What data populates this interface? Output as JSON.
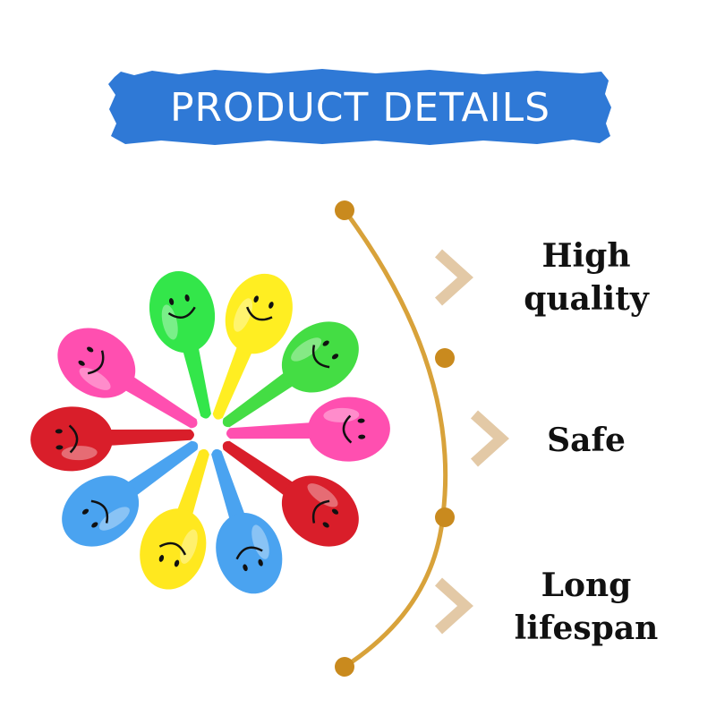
{
  "banner": {
    "title": "PRODUCT DETAILS",
    "color": "#2f79d6"
  },
  "features": [
    {
      "line1": "High",
      "line2": "quality"
    },
    {
      "line1": "Safe",
      "line2": ""
    },
    {
      "line1": "Long",
      "line2": "lifespan"
    }
  ],
  "accent_colors": {
    "arc": "#d8a23a",
    "dot": "#c98a1e",
    "chevron": "#e3c9a6"
  },
  "maracas": [
    {
      "color": "#33e64a",
      "icon": "smiley-face"
    },
    {
      "color": "#ffee22",
      "icon": "smiley-face"
    },
    {
      "color": "#44dd44",
      "icon": "smiley-face"
    },
    {
      "color": "#ff4fb0",
      "icon": "smiley-face"
    },
    {
      "color": "#d91e2a",
      "icon": "smiley-face"
    },
    {
      "color": "#4aa3f0",
      "icon": "smiley-face"
    },
    {
      "color": "#ffe81f",
      "icon": "smiley-face"
    },
    {
      "color": "#4aa3f0",
      "icon": "smiley-face"
    },
    {
      "color": "#d91e2a",
      "icon": "smiley-face"
    },
    {
      "color": "#ff4fb0",
      "icon": "smiley-face"
    }
  ]
}
